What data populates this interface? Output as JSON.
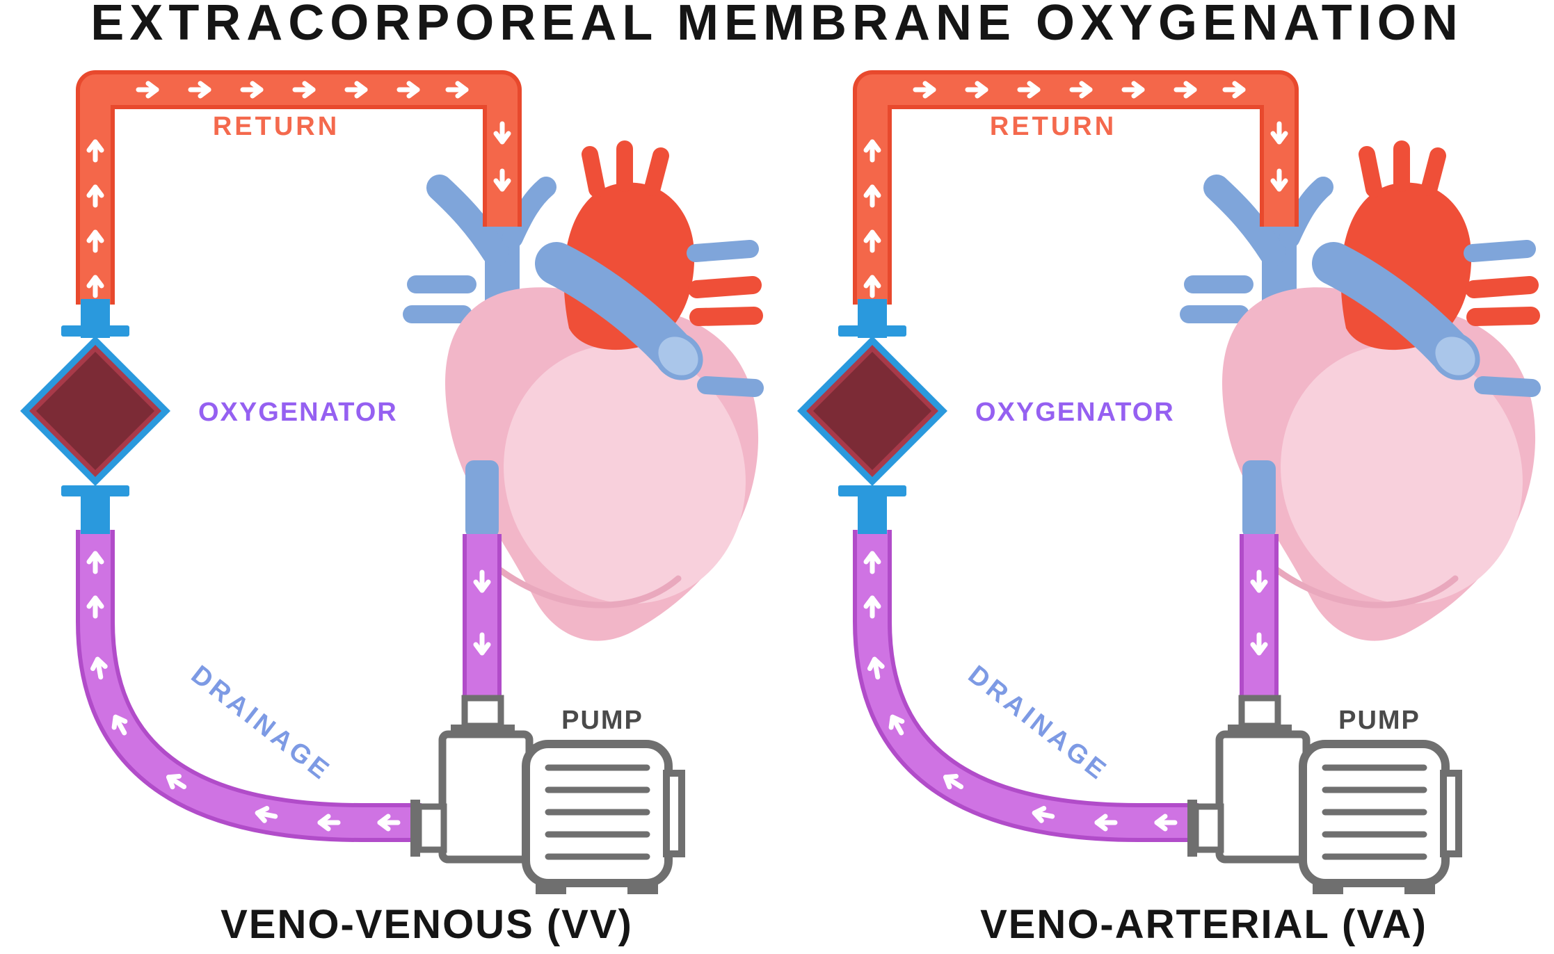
{
  "title": "EXTRACORPOREAL MEMBRANE OXYGENATION",
  "panels": [
    {
      "id": "vv",
      "labels": {
        "return_line": "RETURN",
        "oxygenator": "OXYGENATOR",
        "drainage": "DRAINAGE",
        "pump": "PUMP"
      },
      "caption": "VENO-VENOUS (VV)"
    },
    {
      "id": "va",
      "labels": {
        "return_line": "RETURN",
        "oxygenator": "OXYGENATOR",
        "drainage": "DRAINAGE",
        "pump": "PUMP"
      },
      "caption": "VENO-ARTERIAL (VA)"
    }
  ],
  "icons": {
    "flow_arrow": "➔"
  },
  "colors": {
    "background": "#ffffff",
    "title_text": "#151515",
    "caption_text": "#151515",
    "return_tube": "#f4674a",
    "return_tube_edge": "#e8492d",
    "return_label": "#f4694d",
    "drainage_tube": "#cf73e3",
    "drainage_tube_edge": "#b14cc9",
    "drainage_label": "#7d9ae4",
    "oxy_frame": "#2a99dd",
    "oxy_core": "#7c2b36",
    "oxy_core_edge": "#a83a49",
    "oxygenator_label": "#9560f1",
    "pump_line": "#6f6f6f",
    "pump_label": "#4a4a4a",
    "heart_pink": "#f2b6c8",
    "heart_pink_light": "#f8d0dc",
    "heart_inner_line": "#e9a8bd",
    "heart_blue": "#7fa5da",
    "heart_blue_light": "#aac6ea",
    "heart_red": "#ef4f38",
    "arrow": "#ffffff"
  }
}
